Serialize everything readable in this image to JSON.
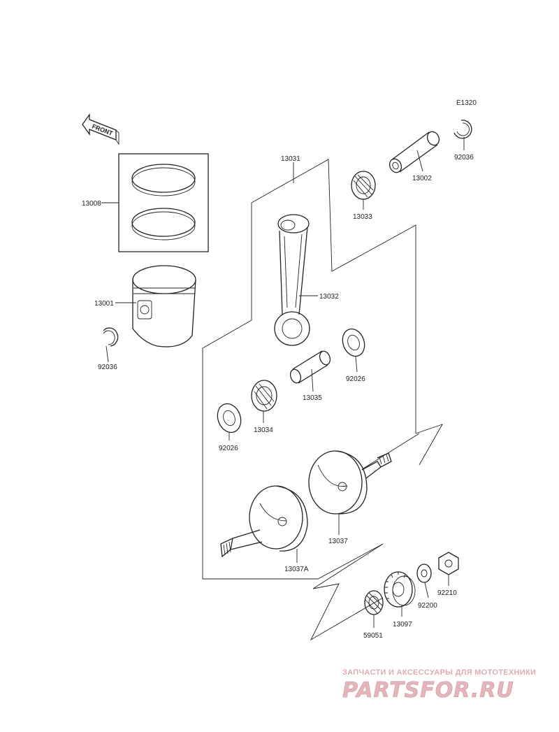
{
  "diagram_code": "E1320",
  "front_label": "FRONT",
  "parts": {
    "p13008": "13008",
    "p13001": "13001",
    "p92036_left": "92036",
    "p92036_right": "92036",
    "p13031": "13031",
    "p13002": "13002",
    "p13033": "13033",
    "p13032": "13032",
    "p92026_right": "92026",
    "p13035": "13035",
    "p13034": "13034",
    "p92026_left": "92026",
    "p13037": "13037",
    "p13037A": "13037A",
    "p92210": "92210",
    "p92200": "92200",
    "p13097": "13097",
    "p59051": "59051"
  },
  "watermark": {
    "subtitle": "ЗАПЧАСТИ И АКСЕССУАРЫ ДЛЯ МОТОТЕХНИКИ",
    "brand": "PARTSFOR.RU",
    "color": "#d9a3a8"
  }
}
